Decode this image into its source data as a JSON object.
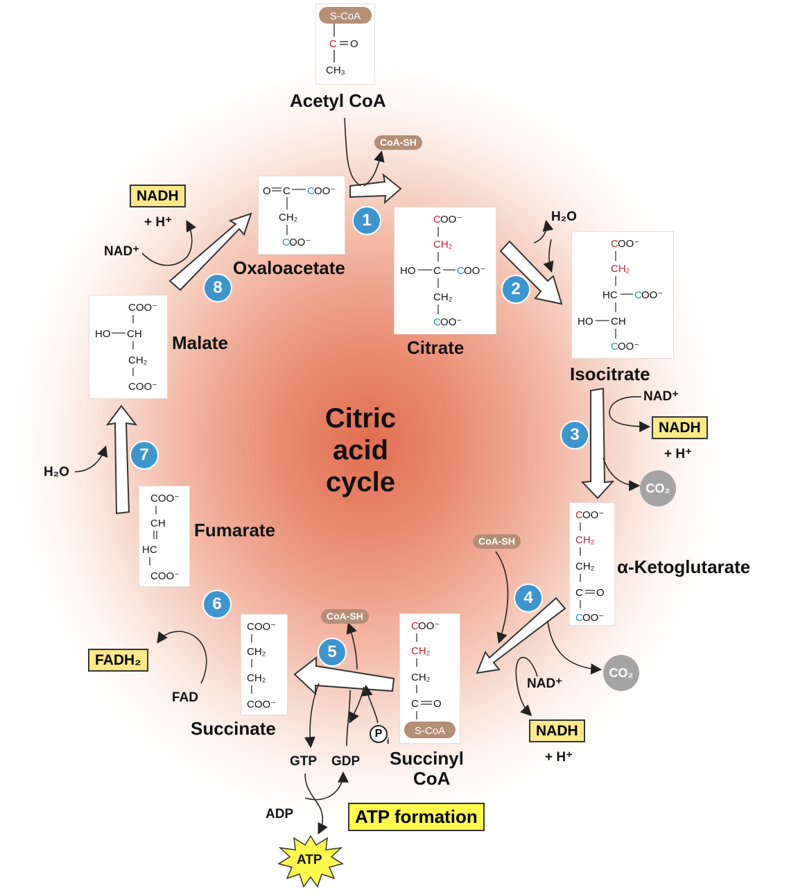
{
  "title": "Citric\nacid\ncycle",
  "title_lines": [
    "Citric",
    "acid",
    "cycle"
  ],
  "colors": {
    "step_badge": "#3e96cf",
    "nadh_box": "#fbe989",
    "atp_box": "#fff94d",
    "coenzyme_pill": "#b58e76",
    "co2_circle": "#a4a4a4",
    "glow": "#e26e52"
  },
  "molecules": {
    "acetyl_coa": "Acetyl CoA",
    "oxaloacetate": "Oxaloacetate",
    "citrate": "Citrate",
    "isocitrate": "Isocitrate",
    "ketoglutarate": "α-Ketoglutarate",
    "succinyl_coa_1": "Succinyl",
    "succinyl_coa_2": "CoA",
    "succinate": "Succinate",
    "fumarate": "Fumarate",
    "malate": "Malate"
  },
  "steps": [
    "1",
    "2",
    "3",
    "4",
    "5",
    "6",
    "7",
    "8"
  ],
  "cofactors": {
    "coa_sh": "CoA-SH",
    "h2o": "H₂O",
    "nad_plus": "NAD⁺",
    "nadh": "NADH",
    "h_plus": "+ H⁺",
    "co2": "CO₂",
    "gtp": "GTP",
    "gdp": "GDP",
    "pi": "P",
    "pi_sub": "i",
    "adp": "ADP",
    "atp": "ATP",
    "atp_formation": "ATP formation",
    "fad": "FAD",
    "fadh2": "FADH₂"
  },
  "formula": {
    "s_coa": "S-CoA",
    "c": "C",
    "o": "O",
    "eq_o": "=O",
    "ch3": "CH₃",
    "ch2": "CH₂",
    "ch": "CH",
    "hc": "HC",
    "coo": "COO⁻",
    "ho": "HO",
    "o_eq_c": "O=C"
  }
}
